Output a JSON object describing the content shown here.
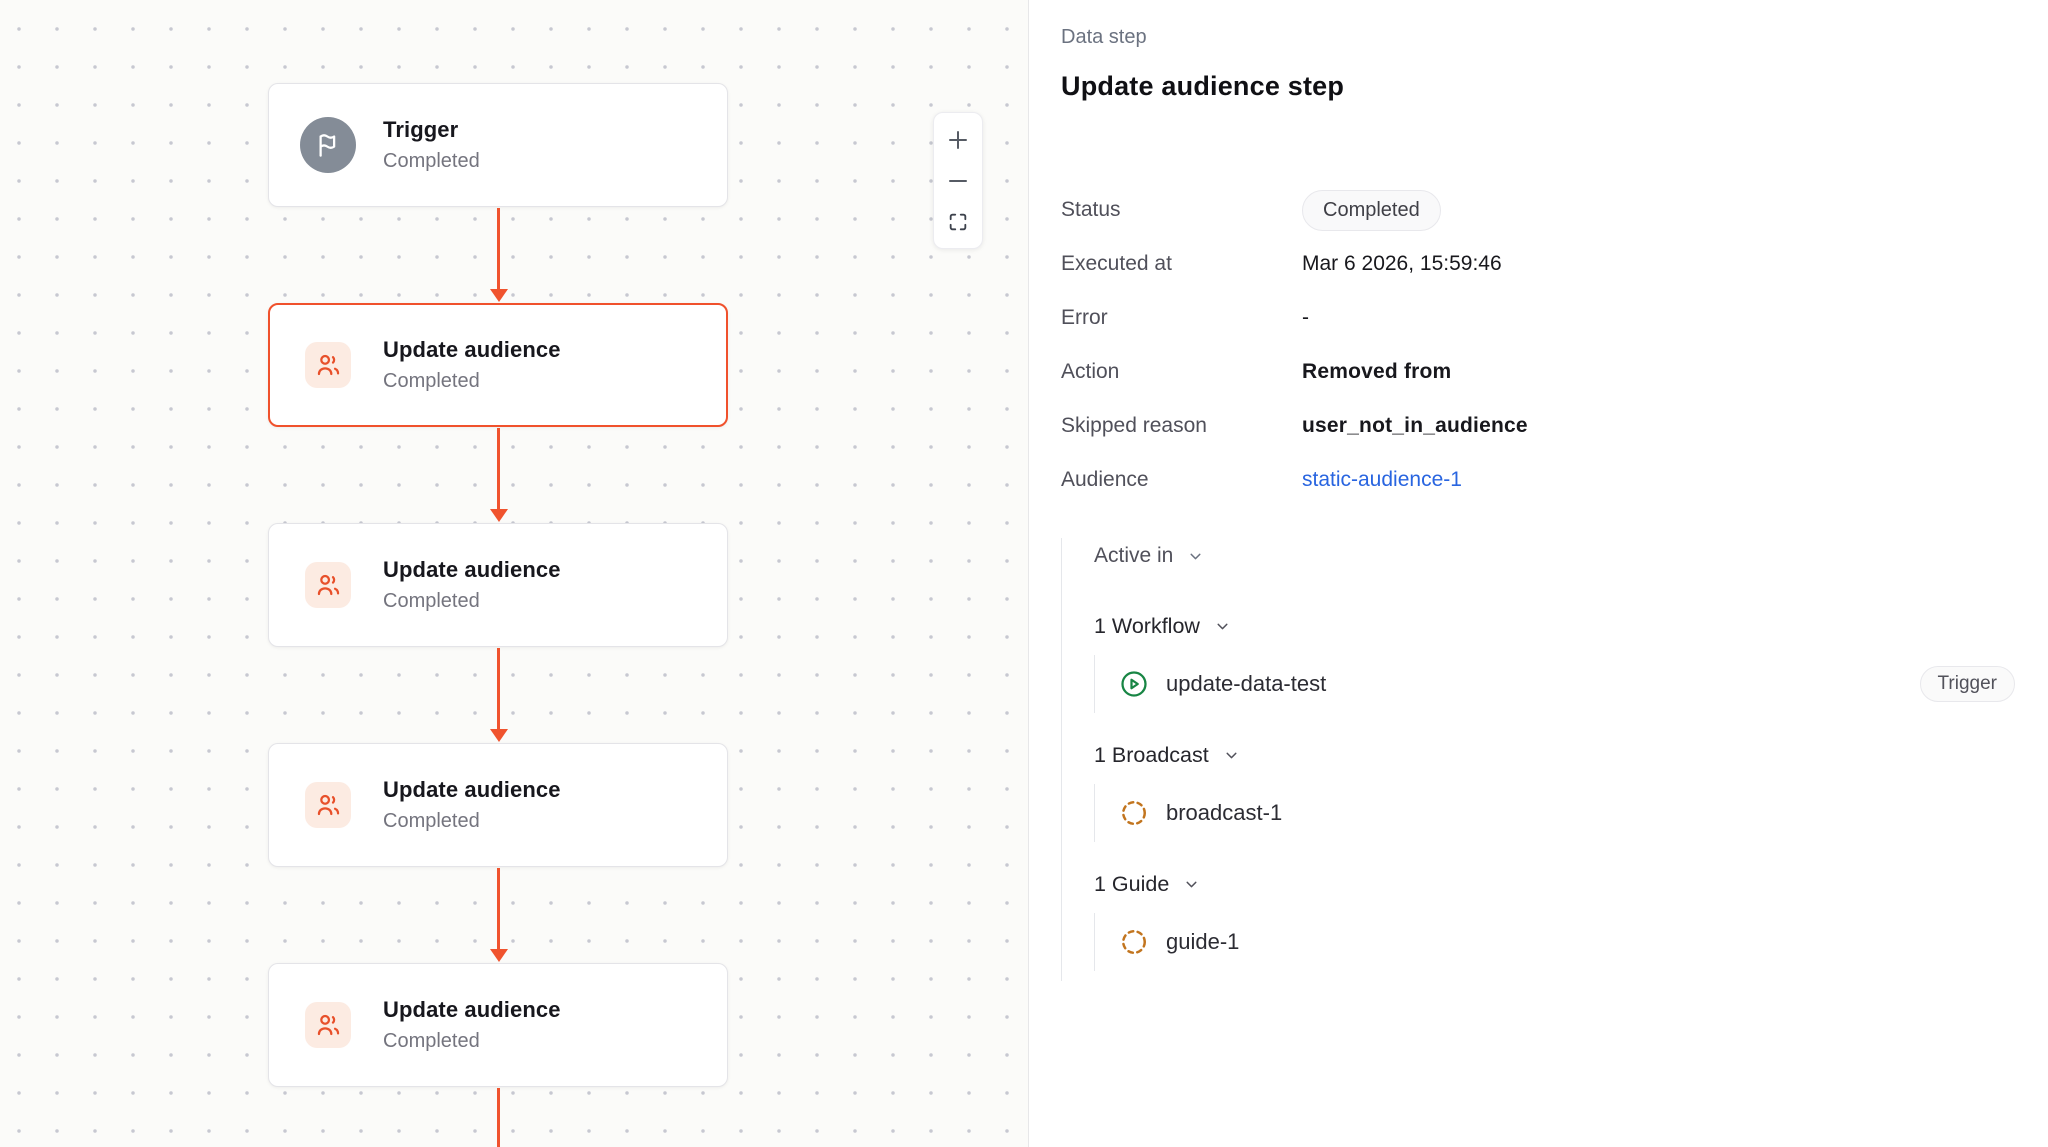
{
  "canvas": {
    "nodes": [
      {
        "title": "Trigger",
        "status": "Completed",
        "type": "trigger",
        "selected": false
      },
      {
        "title": "Update audience",
        "status": "Completed",
        "type": "update-audience",
        "selected": true
      },
      {
        "title": "Update audience",
        "status": "Completed",
        "type": "update-audience",
        "selected": false
      },
      {
        "title": "Update audience",
        "status": "Completed",
        "type": "update-audience",
        "selected": false
      },
      {
        "title": "Update audience",
        "status": "Completed",
        "type": "update-audience",
        "selected": false
      }
    ],
    "zoom_controls": {
      "zoom_in": "plus",
      "zoom_out": "minus",
      "fit_view": "fit-to-screen"
    }
  },
  "panel": {
    "kicker": "Data step",
    "title": "Update audience step",
    "details": [
      {
        "label": "Status",
        "value": "Completed",
        "kind": "badge"
      },
      {
        "label": "Executed at",
        "value": "Mar 6 2026, 15:59:46",
        "kind": "text"
      },
      {
        "label": "Error",
        "value": "-",
        "kind": "text"
      },
      {
        "label": "Action",
        "value": "Removed from",
        "kind": "strong"
      },
      {
        "label": "Skipped reason",
        "value": "user_not_in_audience",
        "kind": "strong"
      },
      {
        "label": "Audience",
        "value": "static-audience-1",
        "kind": "link"
      }
    ],
    "active_in": {
      "label": "Active in",
      "groups": [
        {
          "header": "1 Workflow",
          "items": [
            {
              "name": "update-data-test",
              "icon": "play-circle-icon",
              "badge": "Trigger"
            }
          ]
        },
        {
          "header": "1 Broadcast",
          "items": [
            {
              "name": "broadcast-1",
              "icon": "dashed-circle-icon"
            }
          ]
        },
        {
          "header": "1 Guide",
          "items": [
            {
              "name": "guide-1",
              "icon": "dashed-circle-icon"
            }
          ]
        }
      ]
    }
  },
  "colors": {
    "accent_red": "#f0532e",
    "selected_border": "#f0512c",
    "node_icon_bg": "#fcebe2",
    "node_icon_stroke": "#e8502a",
    "trigger_circle": "#848c97",
    "link_blue": "#2965e0",
    "play_green": "#188544",
    "dashed_orange": "#c2751f",
    "canvas_dot": "#c7c8d1"
  }
}
